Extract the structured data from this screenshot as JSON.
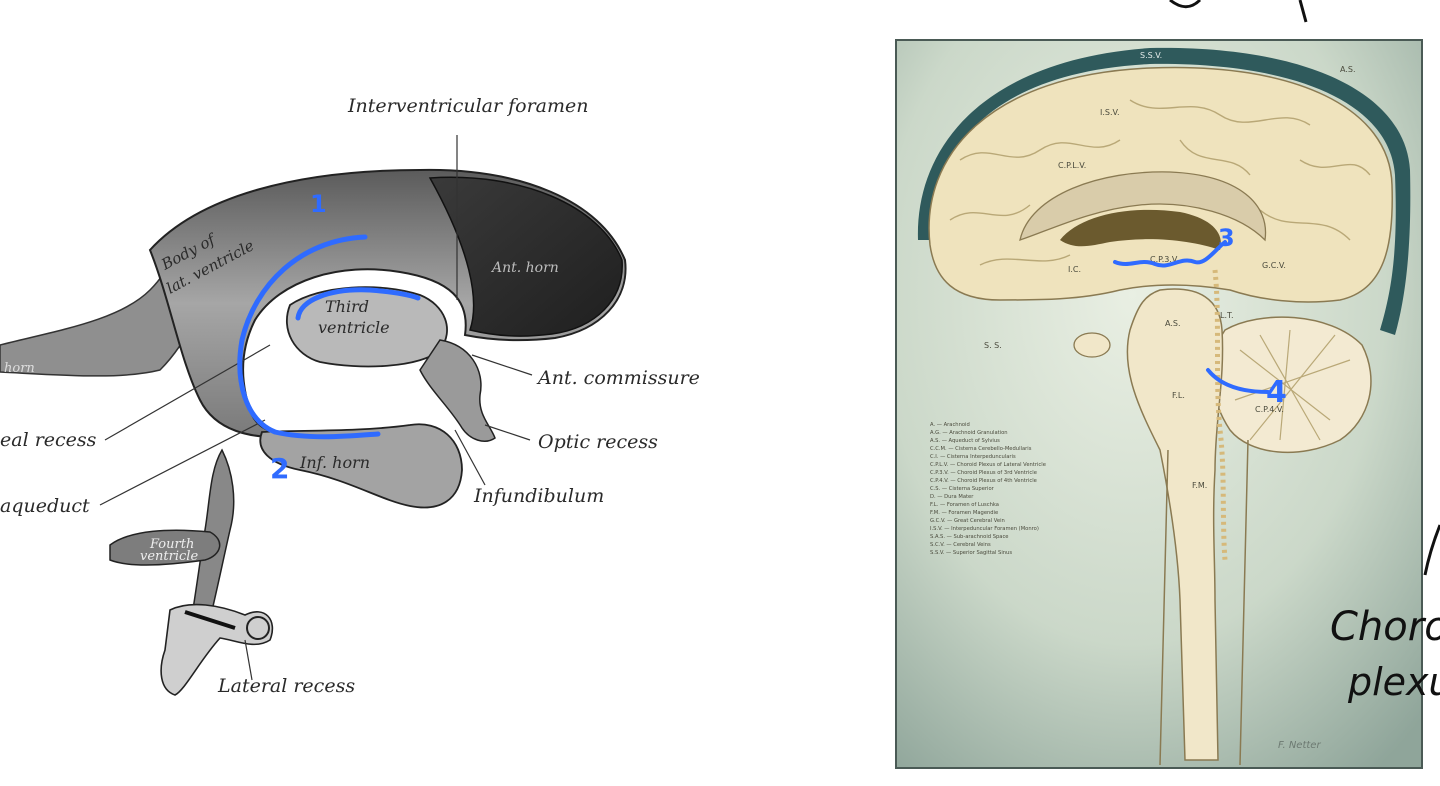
{
  "left_figure": {
    "labels": {
      "interventricular_foramen": "Interventricular foramen",
      "body_of_lat_ventricle_1": "Body of",
      "body_of_lat_ventricle_2": "lat. ventricle",
      "ant_horn": "Ant. horn",
      "third_ventricle_1": "Third",
      "third_ventricle_2": "ventricle",
      "ant_commissure": "Ant. commissure",
      "optic_recess": "Optic recess",
      "infundibulum": "Infundibulum",
      "inf_horn": "Inf. horn",
      "pineal_recess": "eal recess",
      "aqueduct": "aqueduct",
      "fourth_ventricle_1": "Fourth",
      "fourth_ventricle_2": "ventricle",
      "lateral_recess": "Lateral recess",
      "post_horn": "horn"
    },
    "annotations": {
      "num_1": "1",
      "num_2": "2"
    }
  },
  "right_figure": {
    "labels": {
      "ssv": "S.S.V.",
      "as": "A.S.",
      "isv": "I.S.V.",
      "cplv": "C.P.L.V.",
      "cp3v": "C.P.3.V.",
      "ic": "I.C.",
      "gcv": "G.C.V.",
      "aq": "A.S.",
      "cp4v": "C.P.4.V.",
      "fl": "F.L.",
      "fm": "F.M.",
      "ss": "S. S.",
      "lit": "L.T."
    },
    "legend": [
      "A. — Arachnoid",
      "A.G. — Arachnoid Granulation",
      "A.S. — Aqueduct of Sylvius",
      "C.C.M. — Cisterna Cerebello-Medullaris",
      "C.I. — Cisterna Interpeduncularis",
      "C.P.L.V. — Choroid Plexus of Lateral Ventricle",
      "C.P.3.V. — Choroid Plexus of 3rd Ventricle",
      "C.P.4.V. — Choroid Plexus of 4th Ventricle",
      "C.S. — Cisterna Superior",
      "D. — Dura Mater",
      "F.L. — Foramen of Luschka",
      "F.M. — Foramen Magendie",
      "G.C.V. — Great Cerebral Vein",
      "I.S.V. — Interpeduncular Foramen (Monro)",
      "S.A.S. — Sub-arachnoid Space",
      "S.C.V. — Cerebral Veins",
      "S.S.V. — Superior Sagittal Sinus"
    ],
    "annotations": {
      "num_3": "3",
      "num_4": "4"
    },
    "signature": "F. Netter"
  },
  "handwriting": {
    "line1": "Choroid",
    "line2": "plexus"
  },
  "colors": {
    "ink_blue": "#2f6bff",
    "brain_cream": "#efe3bd",
    "dura_teal": "#2f5a5c",
    "plate_bg": "#c9d6c8"
  }
}
